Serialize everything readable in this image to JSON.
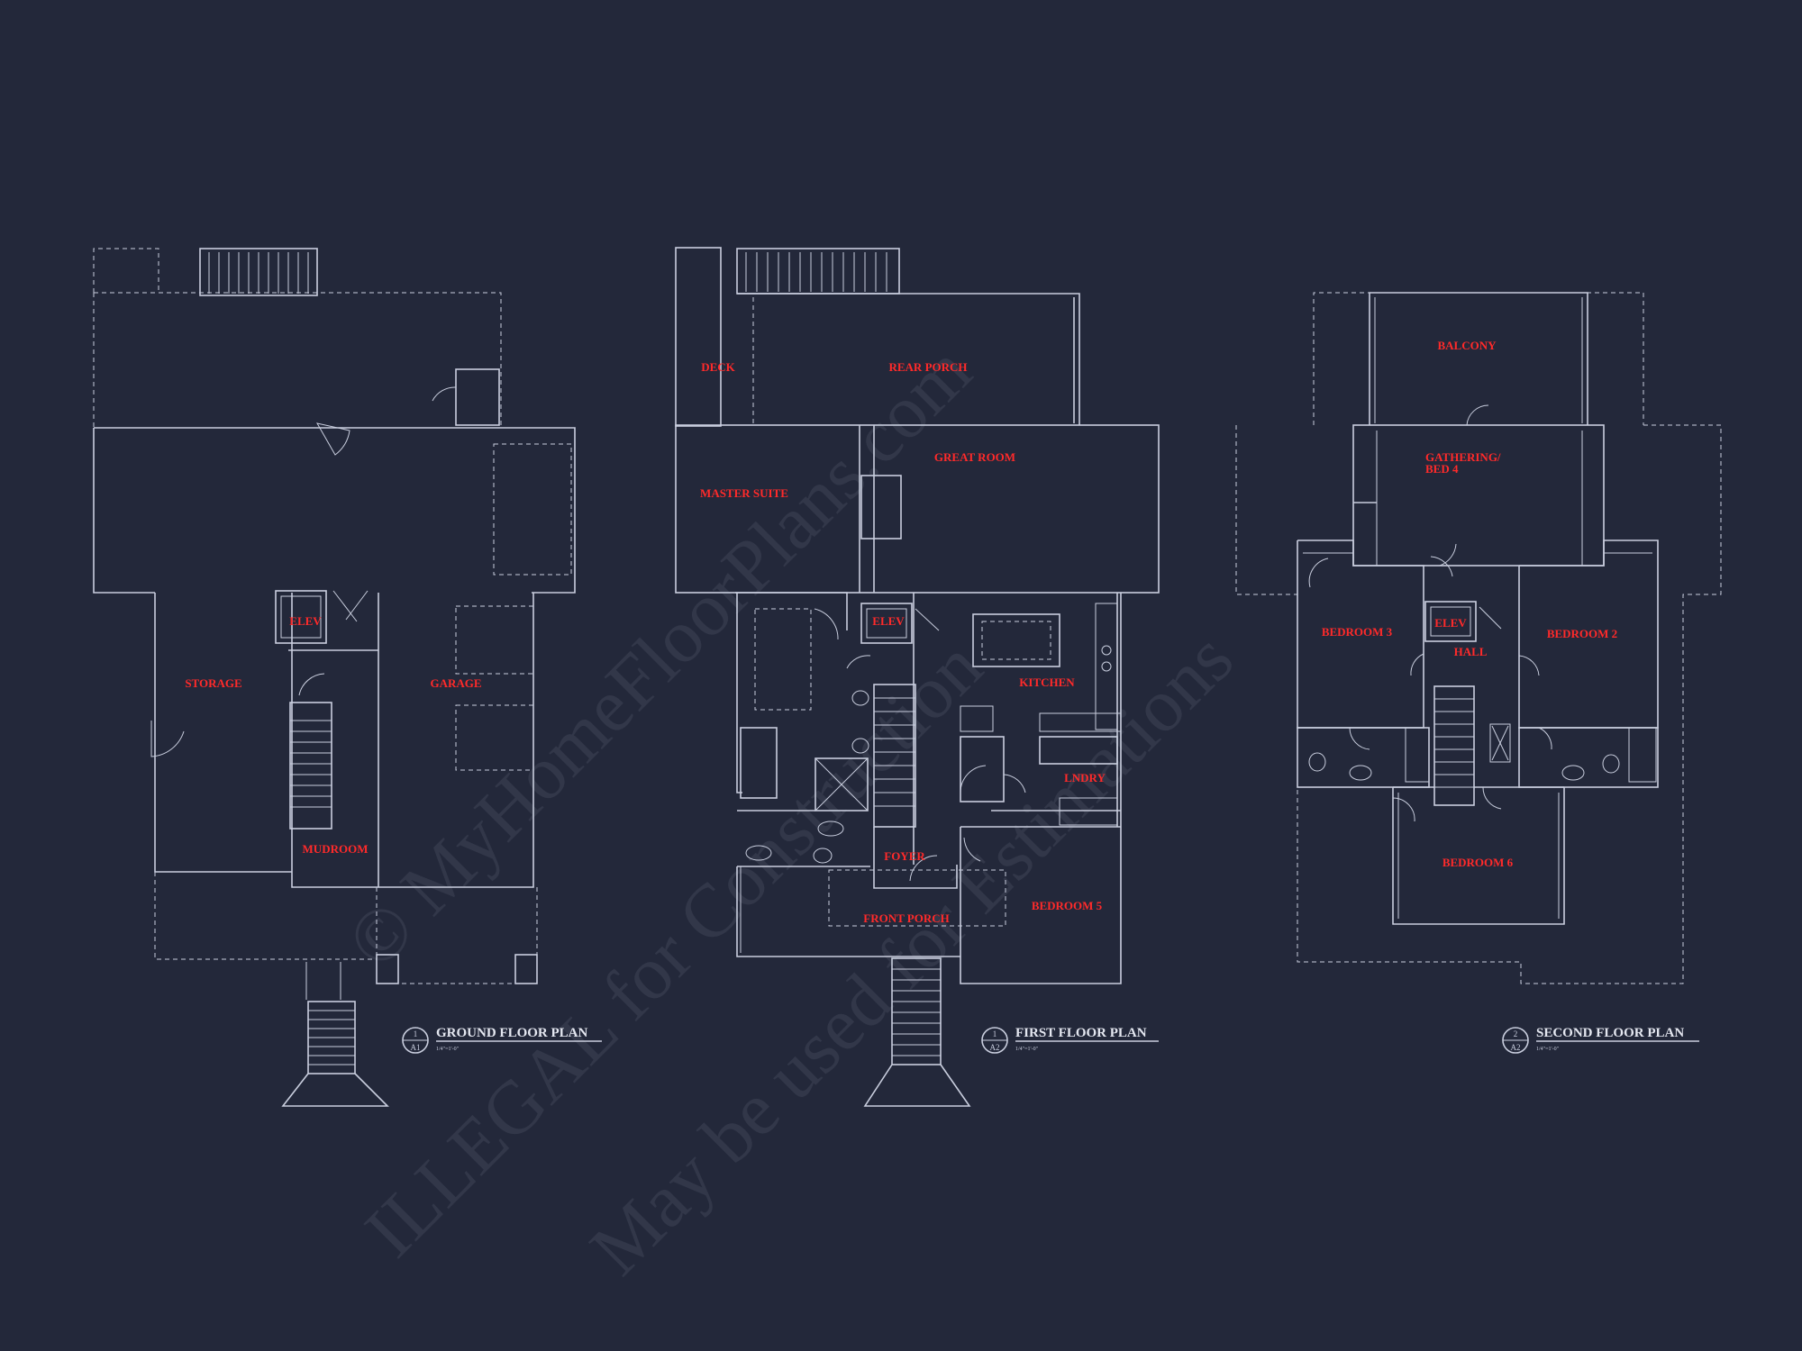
{
  "watermark": {
    "line1": "© MyHomeFloorPlans.com",
    "line2": "ILLEGAL for Construction",
    "line3": "May be used for Estimations"
  },
  "plans": {
    "ground": {
      "title": "GROUND FLOOR PLAN",
      "ref_num": "1",
      "ref_sheet": "A1",
      "scale": "1/4\"=1'-0\"",
      "rooms": {
        "elev": "ELEV",
        "storage": "STORAGE",
        "garage": "GARAGE",
        "mudroom": "MUDROOM"
      }
    },
    "first": {
      "title": "FIRST FLOOR PLAN",
      "ref_num": "1",
      "ref_sheet": "A2",
      "scale": "1/4\"=1'-0\"",
      "rooms": {
        "deck": "DECK",
        "rear_porch": "REAR PORCH",
        "master_suite": "MASTER SUITE",
        "great_room": "GREAT ROOM",
        "elev": "ELEV",
        "kitchen": "KITCHEN",
        "lndry": "LNDRY",
        "foyer": "FOYER",
        "front_porch": "FRONT PORCH",
        "bedroom5": "BEDROOM 5"
      }
    },
    "second": {
      "title": "SECOND FLOOR PLAN",
      "ref_num": "2",
      "ref_sheet": "A2",
      "scale": "1/4\"=1'-0\"",
      "rooms": {
        "balcony": "BALCONY",
        "gathering_1": "GATHERING/",
        "gathering_2": "BED 4",
        "bedroom3": "BEDROOM 3",
        "elev": "ELEV",
        "hall": "HALL",
        "bedroom2": "BEDROOM 2",
        "bedroom6": "BEDROOM 6"
      }
    }
  }
}
